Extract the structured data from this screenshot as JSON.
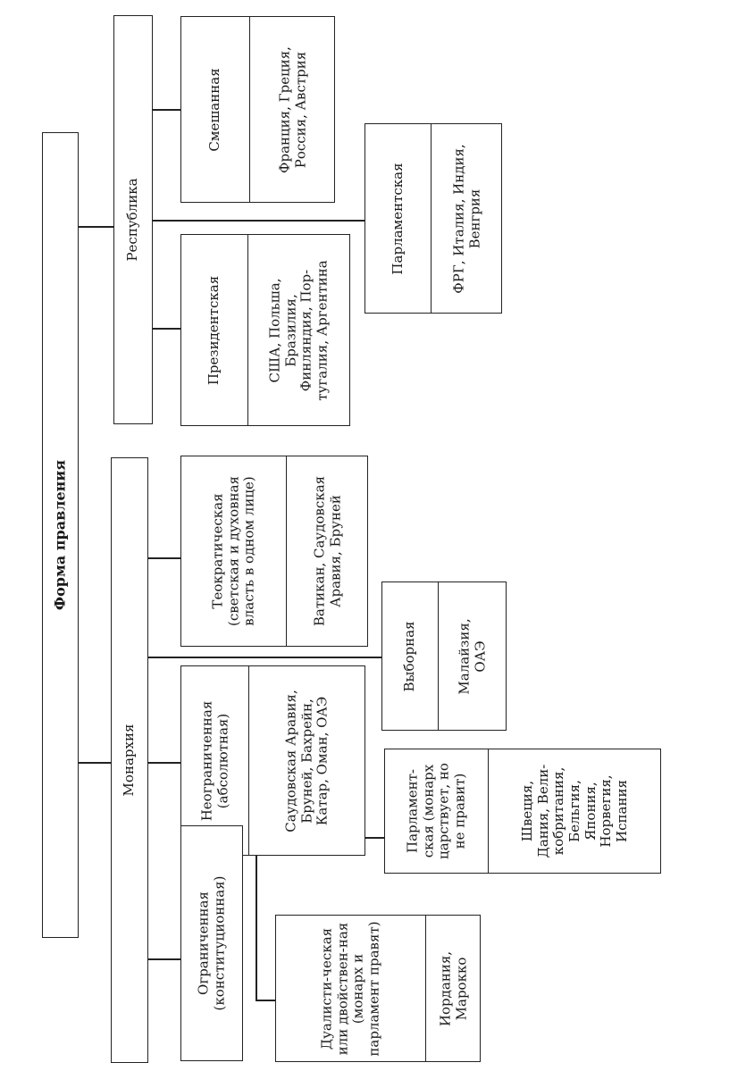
{
  "root": {
    "label": "Форма правления"
  },
  "republic": {
    "label": "Республика",
    "mixed": {
      "title": "Смешанная",
      "countries": "Франция, Греция, Россия, Австрия"
    },
    "parliamentary": {
      "title": "Парламентская",
      "countries": "ФРГ, Италия, Индия, Венгрия"
    },
    "presidential": {
      "title": "Президентская",
      "countries": "США, Польша, Бразилия, Финляндия, Пор-тугалия, Аргентина"
    }
  },
  "monarchy": {
    "label": "Монархия",
    "theocratic": {
      "title": "Теократическая (светская и духовная власть в одном лице)",
      "countries": "Ватикан, Саудовская Аравия, Бруней"
    },
    "elective": {
      "title": "Выборная",
      "countries": "Малайзия, ОАЭ"
    },
    "absolute": {
      "title": "Неограниченная (абсолютная)",
      "countries": "Саудовская Аравия, Бруней, Бахрейн, Катар, Оман, ОАЭ"
    },
    "parliamentary": {
      "title": "Парламент-ская (монарх царствует, но не правит)",
      "countries": "Швеция, Дания, Вели-кобритания, Бельгия, Япония, Норвегия, Испания"
    },
    "limited": {
      "title": "Ограниченная (конституционная)"
    },
    "dualistic": {
      "title": "Дуалисти-ческая или двойствен-ная (монарх и парламент правят)",
      "countries": "Иордания, Марокко"
    }
  }
}
